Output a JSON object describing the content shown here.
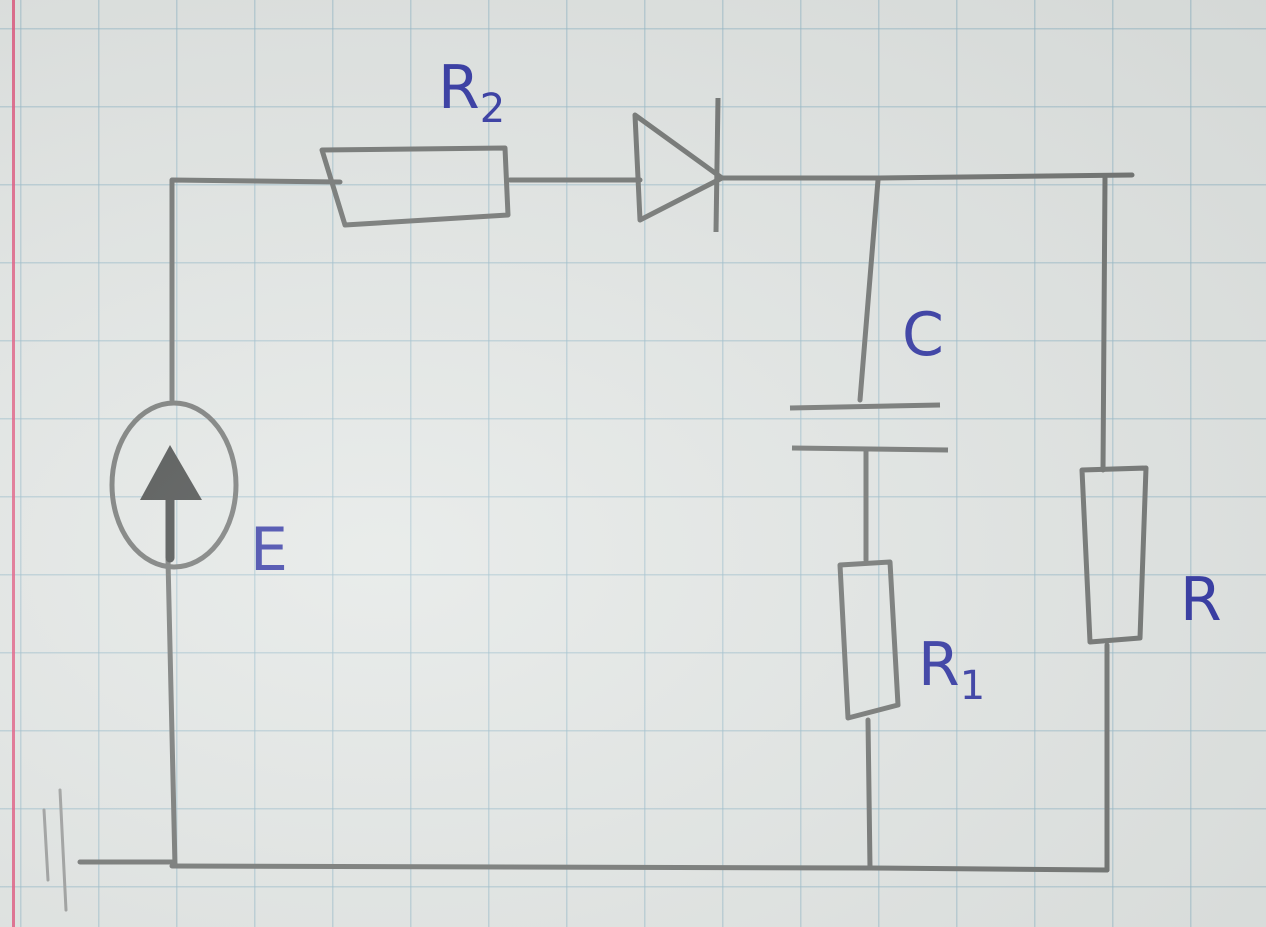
{
  "diagram": {
    "labels": {
      "e": "E",
      "r2": "R",
      "r2_sub": "2",
      "c": "C",
      "r1": "R",
      "r1_sub": "1",
      "r": "R"
    }
  },
  "colors": {
    "ink": "#2a2fa0",
    "pencil": "#6e716f",
    "grid": "#96b9c8",
    "margin": "#e0507a"
  }
}
